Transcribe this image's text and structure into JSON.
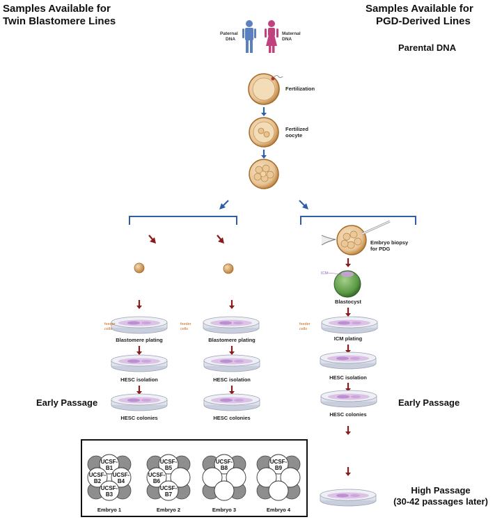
{
  "headers": {
    "left_line1": "Samples Available for",
    "left_line2": "Twin Blastomere Lines",
    "right_line1": "Samples Available for",
    "right_line2": "PGD-Derived Lines",
    "parental_dna": "Parental DNA"
  },
  "parents": {
    "paternal": "Paternal\nDNA",
    "maternal": "Maternal\nDNA",
    "paternal_l1": "Paternal",
    "paternal_l2": "DNA",
    "maternal_l1": "Maternal",
    "maternal_l2": "DNA"
  },
  "stages": {
    "fertilization": "Fertilization",
    "fertilized_l1": "Fertilized",
    "fertilized_l2": "oocyte",
    "biopsy_l1": "Embryo biopsy",
    "biopsy_l2": "for PDG",
    "icm": "ICM",
    "blastocyst": "Blastocyst",
    "feeder_l1": "feeder",
    "feeder_l2": "cells",
    "blastomere_plating": "Blastomere plating",
    "icm_plating": "ICM plating",
    "hesc_isolation": "HESC isolation",
    "hesc_colonies": "HESC colonies"
  },
  "passage": {
    "early_left": "Early Passage",
    "early_right": "Early Passage",
    "high_l1": "High Passage",
    "high_l2": "(30-42 passages later)"
  },
  "embryos": [
    {
      "name": "Embryo 1",
      "cells": [
        "UCSF-\nB1",
        "UCSF-\nB2",
        "UCSF-\nB4",
        "UCSF-\nB3"
      ]
    },
    {
      "name": "Embryo 2",
      "cells": [
        "UCSF-\nB5",
        "UCSF-\nB6",
        "UCSF-\nB7"
      ]
    },
    {
      "name": "Embryo 3",
      "cells": [
        "UCSF-\nB8"
      ]
    },
    {
      "name": "Embryo 4",
      "cells": [
        "UCSF-\nB9"
      ]
    }
  ],
  "colors": {
    "blue_arrow": "#2f5ea8",
    "red_arrow": "#8b1a1a",
    "bracket": "#2f5ea8",
    "paternal": "#5b7fbf",
    "maternal": "#c0417e",
    "cell_outer": "#c98a3a",
    "blastocyst": "#4f8a3a",
    "dish_pink": "#c89ad8"
  }
}
